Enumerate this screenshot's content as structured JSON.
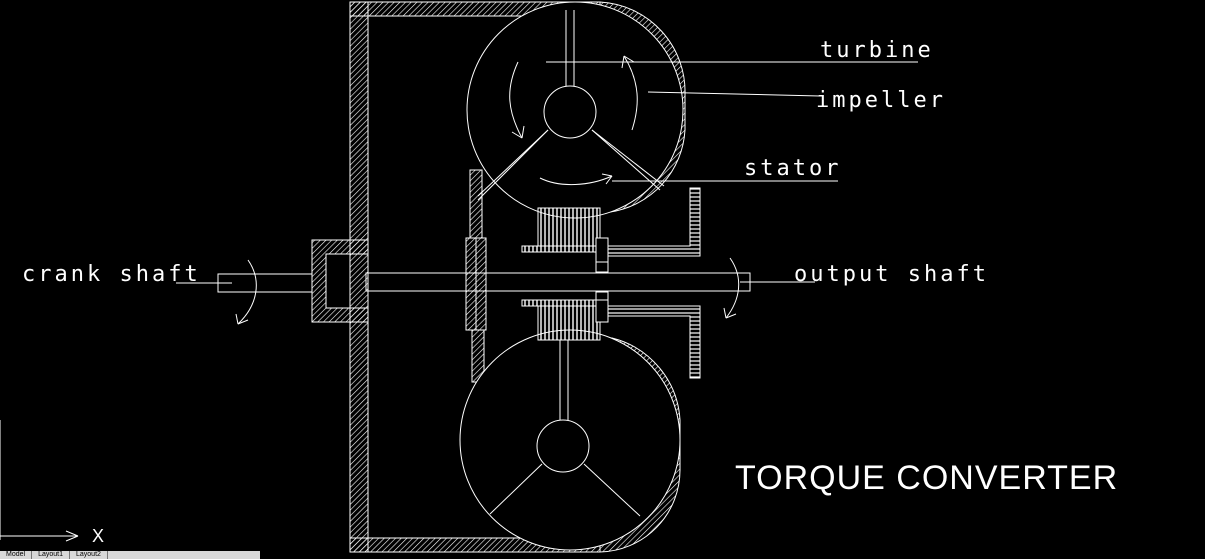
{
  "labels": {
    "turbine": "turbine",
    "impeller": "impeller",
    "stator": "stator",
    "crank_shaft": "crank shaft",
    "output_shaft": "output shaft"
  },
  "title": "TORQUE CONVERTER",
  "axis_label": "X",
  "tabs": [
    "Model",
    "Layout1",
    "Layout2"
  ],
  "colors": {
    "background": "#000000",
    "lines": "#ffffff"
  }
}
